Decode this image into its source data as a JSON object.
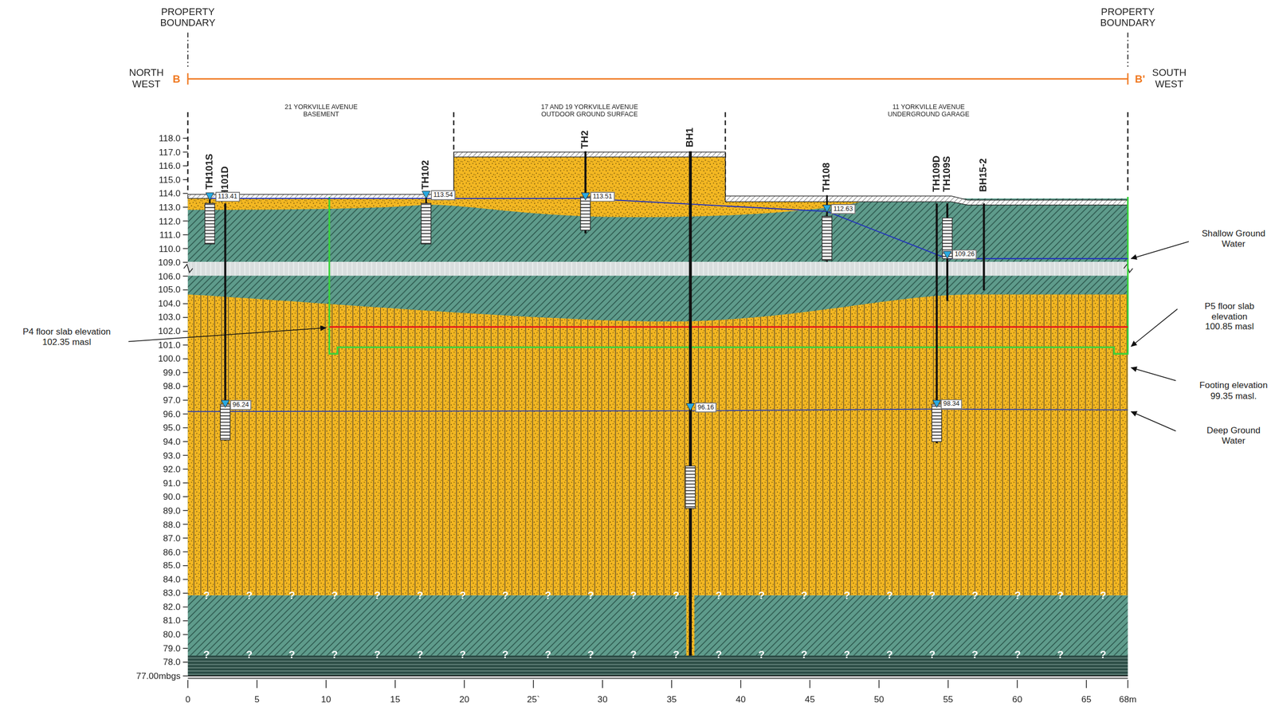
{
  "diagram": {
    "nodes": [
      {
        "text": [
          "113.41"
        ]
      },
      {
        "text": [
          "113.54"
        ]
      },
      {
        "text": [
          "113.51"
        ]
      },
      {
        "text": [
          "112.63"
        ]
      },
      {
        "text": [
          "109.26"
        ]
      },
      {
        "text": [
          "96.24"
        ]
      },
      {
        "text": [
          "96.16"
        ]
      },
      {
        "text": [
          "98.34"
        ]
      }
    ],
    "labels": [
      "PROPERTY BOUNDARY",
      "PROPERTY BOUNDARY",
      "NORTH WEST",
      "SOUTH WEST",
      "B",
      "B'",
      "21 YORKVILLE AVENUE BASEMENT",
      "17 AND 19 YORKVILLE AVENUE OUTDOOR GROUND SURFACE",
      "11 YORKVILLE AVENUE UNDERGROUND GARAGE",
      "TH101S",
      "TH101D",
      "TH102",
      "TH2",
      "BH1",
      "TH108",
      "TH109D",
      "TH109S",
      "BH15-2",
      "Shallow Ground Water",
      "P5 floor slab elevation 100.85 masl",
      "Footing elevation 99.35 masl.",
      "Deep Ground Water",
      "P4 floor slab elevation 102.35 masl",
      "118.0",
      "117.0",
      "116.0",
      "115.0",
      "114.0",
      "113.0",
      "112.0",
      "111.0",
      "110.0",
      "109.0",
      "106.0",
      "105.0",
      "104.0",
      "103.0",
      "102.0",
      "101.0",
      "100.0",
      "99.0",
      "98.0",
      "97.0",
      "96.0",
      "95.0",
      "94.0",
      "93.0",
      "92.0",
      "91.0",
      "90.0",
      "89.0",
      "88.0",
      "87.0",
      "86.0",
      "85.0",
      "84.0",
      "83.0",
      "82.0",
      "81.0",
      "80.0",
      "79.0",
      "78.0",
      "77.00mbgs",
      "0",
      "5",
      "10",
      "15",
      "20",
      "25`",
      "30",
      "35",
      "40",
      "45",
      "50",
      "55",
      "60",
      "65",
      "68m",
      "?",
      "?",
      "?",
      "?",
      "?",
      "?",
      "?",
      "?",
      "?",
      "?",
      "?",
      "?",
      "?",
      "?",
      "?",
      "?",
      "?",
      "?",
      "?",
      "?",
      "?",
      "?",
      "?",
      "?",
      "?",
      "?",
      "?",
      "?",
      "?",
      "?",
      "?",
      "?",
      "?",
      "?",
      "?",
      "?",
      "?",
      "?",
      "?",
      "?",
      "?",
      "?",
      "?",
      "?"
    ]
  }
}
